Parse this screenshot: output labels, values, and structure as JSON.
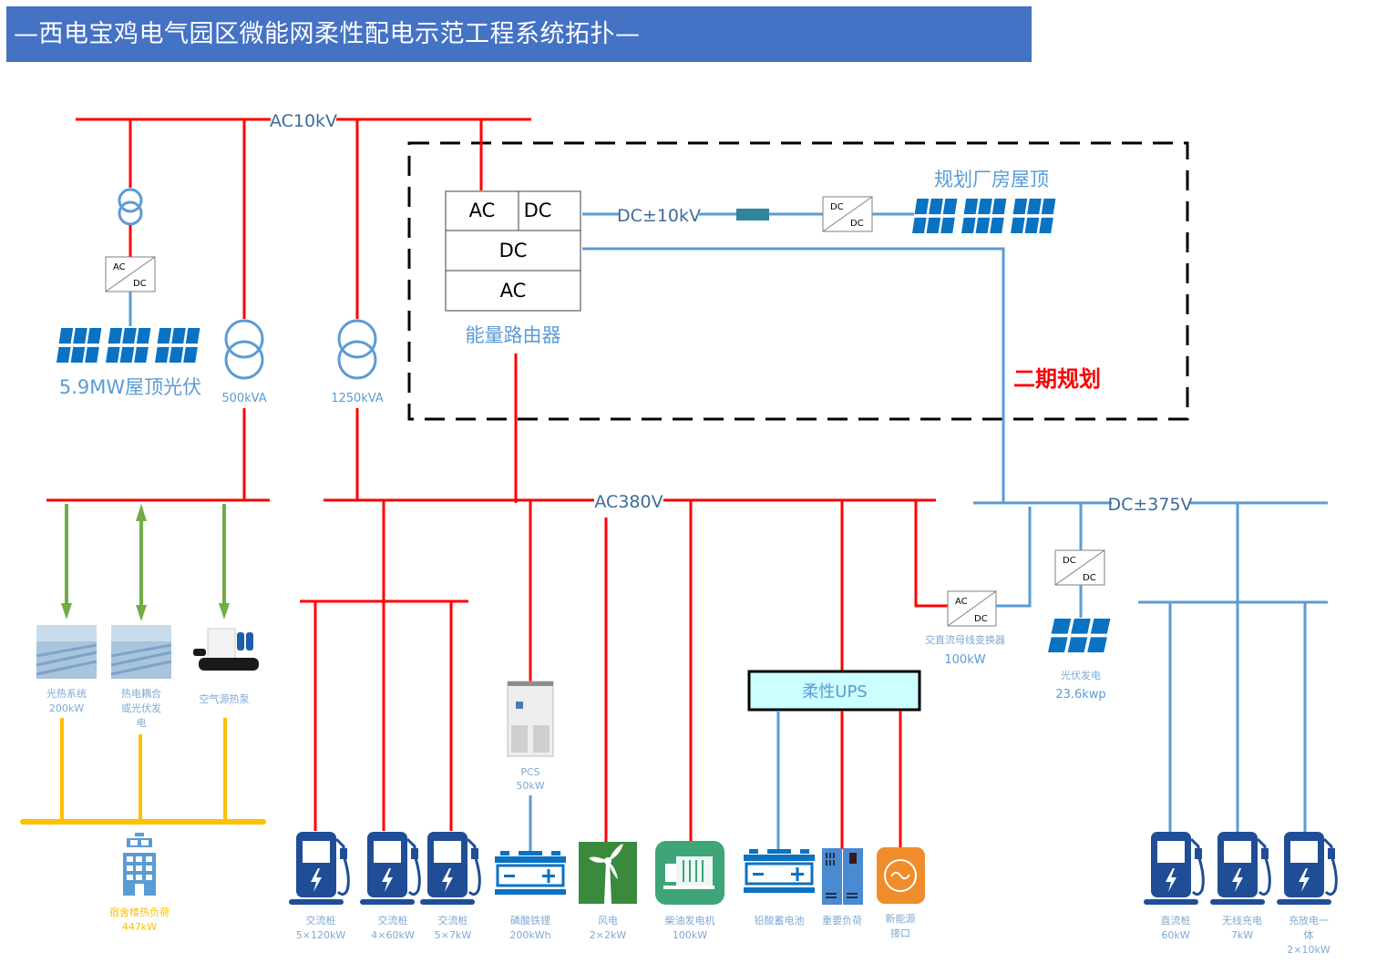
{
  "title": "—西电宝鸡电气园区微能网柔性配电示范工程系统拓扑—",
  "colors": {
    "ac": "#ff0000",
    "dc": "#5b9bd5",
    "heat": "#70ad47",
    "thermal_bus": "#ffc000",
    "title_bg": "#4472c4",
    "phase2": "#ff0000"
  },
  "buses": {
    "ac10kv": "AC10kV",
    "ac380v": "AC380V",
    "dc10kv": "DC±10kV",
    "dc375v": "DC±375V"
  },
  "top": {
    "pv_rooftop": "5.9MW屋顶光伏",
    "transformer_500": "500kVA",
    "transformer_1250": "1250kVA",
    "energy_router": {
      "label": "能量路由器",
      "cells": [
        "AC",
        "DC",
        "DC",
        "AC"
      ]
    },
    "planned_roof": "规划厂房屋顶",
    "phase2": "二期规划",
    "converter_acdc": [
      "AC",
      "DC"
    ],
    "converter_dcdc": [
      "DC",
      "DC"
    ]
  },
  "thermal": {
    "items": [
      {
        "name": "光热系统",
        "value": "200kW"
      },
      {
        "name": "热电耦合或光伏发电",
        "line1": "热电耦合",
        "line2": "或光伏发",
        "line3": "电"
      },
      {
        "name": "空气源热泵"
      }
    ],
    "building": {
      "name": "宿舍楼热负荷",
      "value": "447kW"
    }
  },
  "ac_loads": [
    {
      "name": "交流桩",
      "value": "5×120kW"
    },
    {
      "name": "交流桩",
      "value": "4×60kW"
    },
    {
      "name": "交流桩",
      "value": "5×7kW"
    },
    {
      "name": "磷酸铁锂",
      "value": "200kWh"
    },
    {
      "name": "风电",
      "value": "2×2kW"
    },
    {
      "name": "柴油发电机",
      "value": "100kW"
    }
  ],
  "pcs": {
    "name": "PCS",
    "value": "50kW"
  },
  "ups": {
    "label": "柔性UPS",
    "loads": [
      {
        "name": "铅酸蓄电池"
      },
      {
        "name": "重要负荷"
      },
      {
        "name": "新能源接口",
        "line1": "新能源",
        "line2": "接口"
      }
    ]
  },
  "acdc_bus_converter": {
    "name": "交直流母线变换器",
    "value": "100kW"
  },
  "pv_small": {
    "name": "光伏发电",
    "value": "23.6kwp"
  },
  "dc_loads": [
    {
      "name": "直流桩",
      "value": "60kW"
    },
    {
      "name": "无线充电",
      "value": "7kW"
    },
    {
      "name": "充放电一体",
      "line1": "充放电一",
      "line2": "体",
      "value": "2×10kW"
    }
  ]
}
